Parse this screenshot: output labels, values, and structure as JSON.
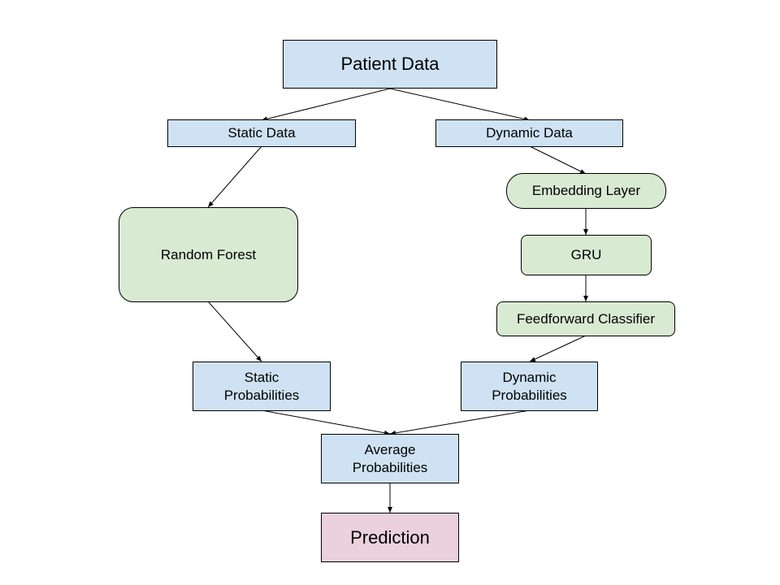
{
  "nodes": {
    "patient_data": "Patient Data",
    "static_data": "Static Data",
    "dynamic_data": "Dynamic Data",
    "random_forest": "Random Forest",
    "embedding_layer": "Embedding Layer",
    "gru": "GRU",
    "feedforward_classifier": "Feedforward Classifier",
    "static_probabilities": [
      "Static",
      "Probabilities"
    ],
    "dynamic_probabilities": [
      "Dynamic",
      "Probabilities"
    ],
    "average_probabilities": [
      "Average",
      "Probabilities"
    ],
    "prediction": "Prediction"
  },
  "edges": [
    {
      "from": "patient_data",
      "to": "static_data"
    },
    {
      "from": "patient_data",
      "to": "dynamic_data"
    },
    {
      "from": "static_data",
      "to": "random_forest"
    },
    {
      "from": "dynamic_data",
      "to": "embedding_layer"
    },
    {
      "from": "embedding_layer",
      "to": "gru"
    },
    {
      "from": "gru",
      "to": "feedforward_classifier"
    },
    {
      "from": "random_forest",
      "to": "static_probabilities"
    },
    {
      "from": "feedforward_classifier",
      "to": "dynamic_probabilities"
    },
    {
      "from": "static_probabilities",
      "to": "average_probabilities"
    },
    {
      "from": "dynamic_probabilities",
      "to": "average_probabilities"
    },
    {
      "from": "average_probabilities",
      "to": "prediction"
    }
  ],
  "colors": {
    "data_node_fill": "#cfe2f3",
    "model_node_fill": "#d9ead3",
    "output_node_fill": "#ead1dc",
    "border": "#000000",
    "text": "#000000"
  }
}
